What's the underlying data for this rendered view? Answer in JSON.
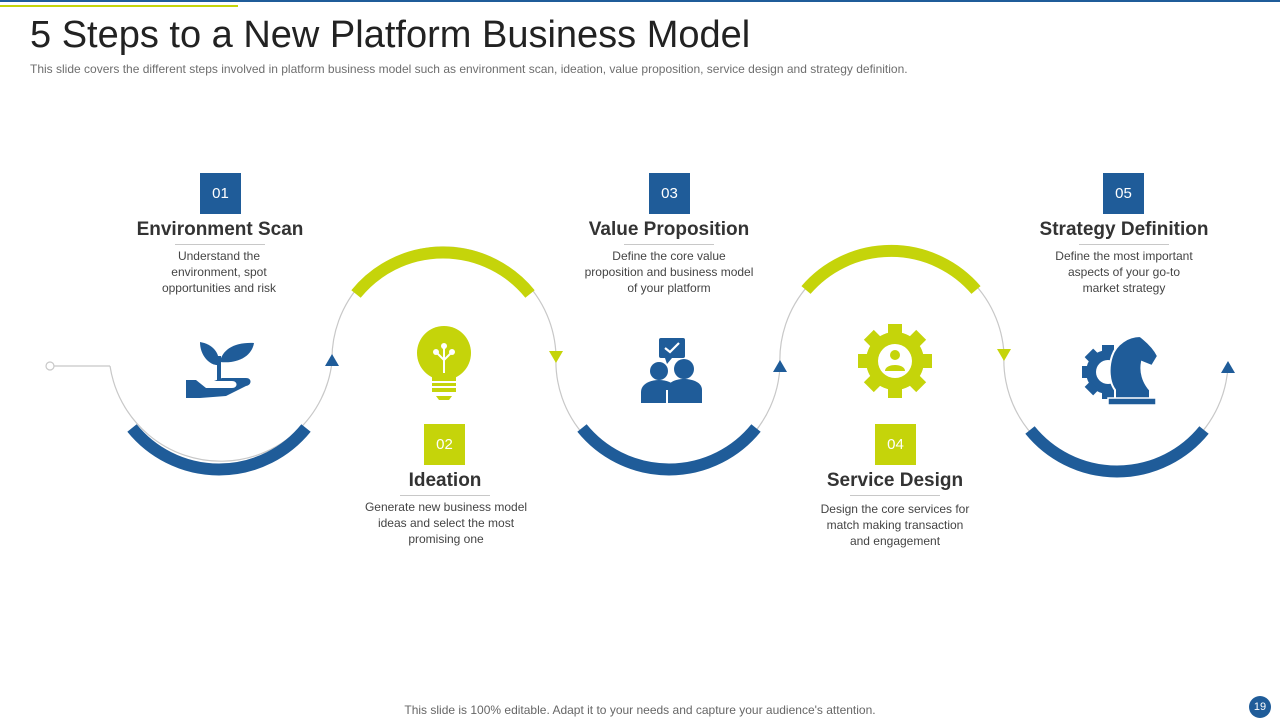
{
  "slide": {
    "title": "5 Steps to a New Platform Business Model",
    "subtitle": "This slide covers the different steps involved  in platform business model such as environment  scan, ideation, value  proposition, service design and strategy definition.",
    "footer": "This slide is 100% editable. Adapt it to your needs and capture your audience's attention.",
    "page_number": "19"
  },
  "colors": {
    "blue": "#1f5c99",
    "green": "#c5d40a",
    "connector": "#c8c8c8"
  },
  "steps": [
    {
      "number": "01",
      "title": "Environment Scan",
      "desc": [
        "Understand the",
        "environment,  spot",
        "opportunities and risk"
      ],
      "icon": "plant-hand-icon",
      "color": "blue"
    },
    {
      "number": "02",
      "title": "Ideation",
      "desc": [
        "Generate  new business model",
        "ideas and select the most",
        "promising one"
      ],
      "icon": "lightbulb-icon",
      "color": "green"
    },
    {
      "number": "03",
      "title": "Value Proposition",
      "desc": [
        "Define the core value",
        "proposition and business model",
        "of your platform"
      ],
      "icon": "people-chat-icon",
      "color": "blue"
    },
    {
      "number": "04",
      "title": "Service Design",
      "desc": [
        "Design the core services for",
        "match making transaction",
        "and engagement"
      ],
      "icon": "gear-person-icon",
      "color": "green"
    },
    {
      "number": "05",
      "title": "Strategy Definition",
      "desc": [
        "Define  the most important",
        "aspects of your go-to",
        "market strategy"
      ],
      "icon": "chess-knight-gear-icon",
      "color": "blue"
    }
  ]
}
